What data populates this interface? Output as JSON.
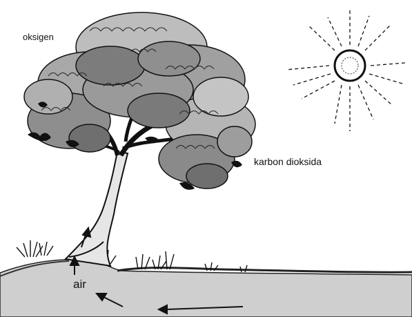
{
  "labels": {
    "oxygen": "oksigen",
    "carbon_dioxide": "karbon dioksida",
    "water": "air"
  },
  "colors": {
    "ground": "#cfcfcf",
    "leaf_light": "#bdbdbd",
    "leaf_mid": "#9a9a9a",
    "leaf_dark": "#6f6f6f",
    "ink": "#111111"
  },
  "icons": [
    "sun-icon",
    "tree-illustration",
    "arrow-icon"
  ]
}
